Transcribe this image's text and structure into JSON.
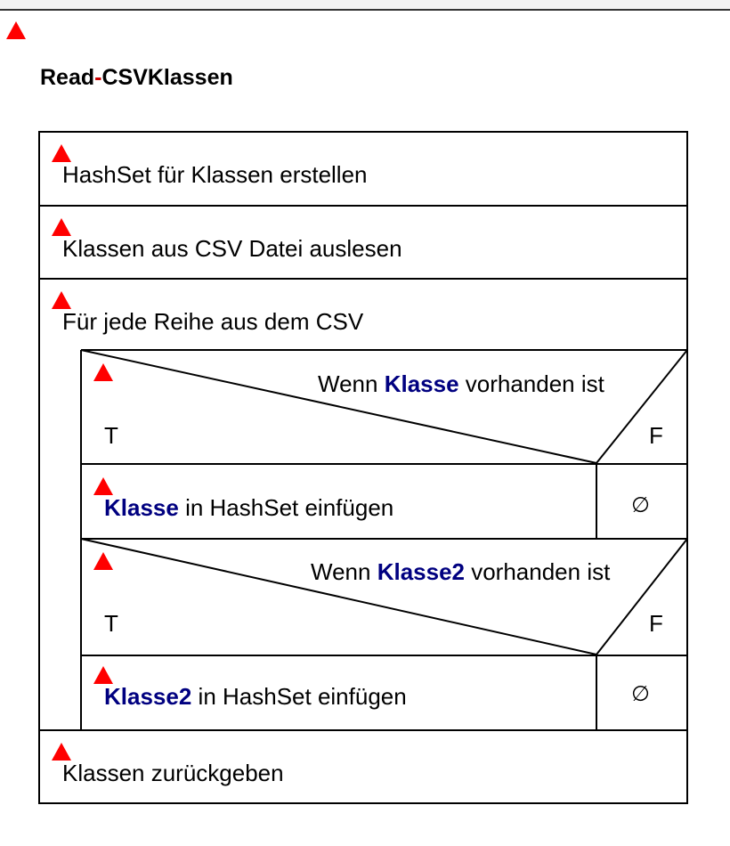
{
  "title": {
    "part1": "Read",
    "dash": "-",
    "part2": "CSVKlassen"
  },
  "steps": {
    "create_hashset": "HashSet für Klassen erstellen",
    "read_csv": "Klassen aus CSV Datei auslesen",
    "loop": "Für jede Reihe aus dem CSV",
    "return": "Klassen zurückgeben"
  },
  "condition1": {
    "prefix": "Wenn ",
    "keyword": "Klasse",
    "suffix": " vorhanden ist",
    "true_label": "T",
    "false_label": "F",
    "action_keyword": "Klasse",
    "action_text": " in HashSet einfügen",
    "empty_symbol": "∅"
  },
  "condition2": {
    "prefix": "Wenn ",
    "keyword": "Klasse2",
    "suffix": " vorhanden ist",
    "true_label": "T",
    "false_label": "F",
    "action_keyword": "Klasse2",
    "action_text": " in HashSet einfügen",
    "empty_symbol": "∅"
  },
  "colors": {
    "keyword": "#000080",
    "marker": "#ff0000",
    "title_dash": "#cc0000"
  }
}
